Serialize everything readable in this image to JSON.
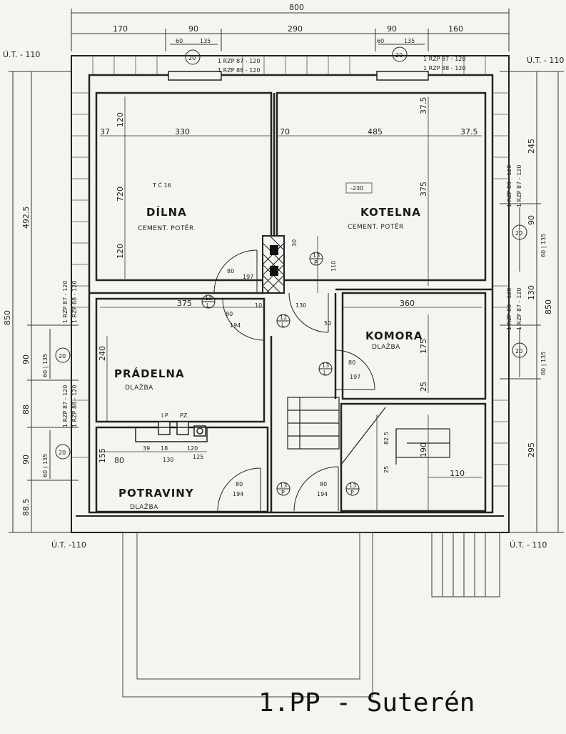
{
  "caption": "1.PP - Suterén",
  "dimensions": {
    "overall_width": "800",
    "top_segments": [
      "170",
      "90",
      "290",
      "90",
      "160"
    ],
    "window_left": [
      "60",
      "135"
    ],
    "window_right": [
      "60",
      "135"
    ],
    "left_height": "492.5",
    "left_total": "850",
    "right_total": "850",
    "right_upper": "245",
    "right_lower": "295",
    "dilna_width": "330",
    "dilna_37": "37",
    "wall_70": "70",
    "kotelna_width": "485",
    "kotelna_37": "37.5",
    "dilna_h1": "120",
    "dilna_h2": "720",
    "dilna_h3": "120",
    "kotelna_375": "375",
    "kotelna_37v": "37.5",
    "pradelna_375": "375",
    "pradelna_240": "240",
    "komora_360": "360",
    "komora_175": "175",
    "komora_25": "25",
    "stair_110": "110",
    "stair_190": "190",
    "stair_295": "295",
    "stair_825": "82.5",
    "stair_25": "25",
    "potraviny_155": "155",
    "potraviny_80": "80",
    "left_90a": "90",
    "left_88": "88",
    "left_90b": "90",
    "left_885": "88.5",
    "left_60_135": "60 | 135",
    "left_60_135b": "60 | 135",
    "right_60_135": "60 | 135",
    "right_60_135b": "60 | 135",
    "right_130": "130",
    "right_90": "90",
    "door_80": "80",
    "door_197": "197",
    "door_194": "194",
    "door_197b": "197",
    "door_50": "50",
    "door_10": "10",
    "door_130": "130",
    "door_110": "110",
    "door_30": "30",
    "shelf_39": "39",
    "shelf_18": "18",
    "shelf_120": "120",
    "shelf_130": "130",
    "shelf_125": "125"
  },
  "labels": {
    "ut_tl": "Ú.T. - 110",
    "ut_tr": "Ú.T. - 110",
    "ut_bl": "Ú.T. -110",
    "ut_br": "Ú.T. - 110",
    "win_tl_1": "1 RZP 87 - 120",
    "win_tl_2": "1 RZP 88 - 120",
    "win_tr_1": "1 RZP 87 - 120",
    "win_tr_2": "1 RZP 88 - 120",
    "win_r1": "1 RZP 88 - 120",
    "win_r2": "1 RZP 87 - 120",
    "win_r3": "1 RZP 88 - 120",
    "win_r4": "1 RZP 87 - 120",
    "win_l1": "1 RZP 87 - 120",
    "win_l2": "1 RZP 88 - 120",
    "win_l3": "1 RZP 87 - 120",
    "win_l4": "1 RZP 88 - 120",
    "tc": "T Č 16",
    "level_230": "-230",
    "ip": "I.P",
    "pz": "PZ."
  },
  "circle_tags": {
    "c20": "20",
    "d13": "13",
    "d12": "12",
    "L": "L",
    "P": "P"
  },
  "rooms": [
    {
      "name": "DÍLNA",
      "floor": "CEMENT. POTĚR"
    },
    {
      "name": "KOTELNA",
      "floor": "CEMENT. POTĚR"
    },
    {
      "name": "KOMORA",
      "floor": "DLAŽBA"
    },
    {
      "name": "PRÁDELNA",
      "floor": "DLAŽBA"
    },
    {
      "name": "POTRAVINY",
      "floor": "DLAŽBA"
    }
  ]
}
